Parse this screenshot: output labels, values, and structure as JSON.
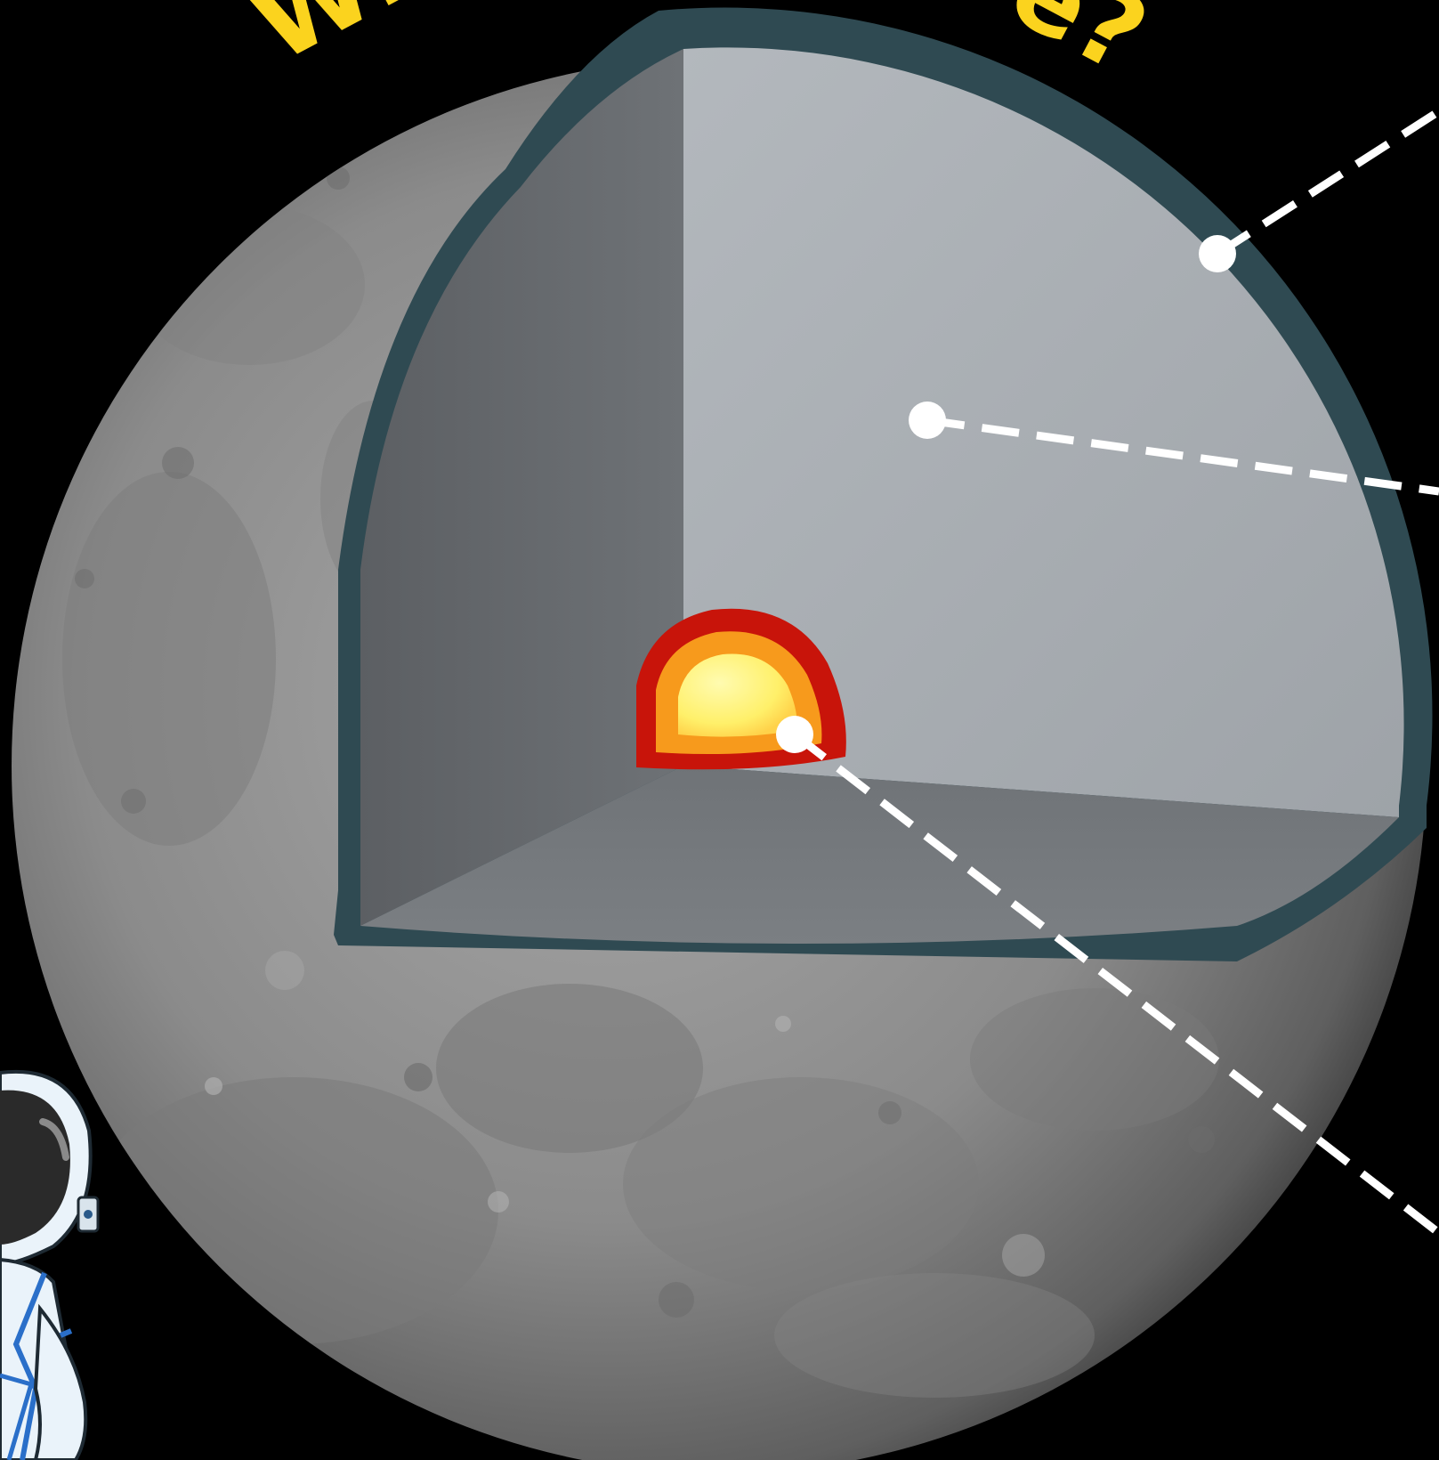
{
  "title": {
    "left_fragment": "Wh",
    "right_fragment": "e?"
  },
  "diagram": {
    "subject": "moon",
    "layers": [
      "crust",
      "mantle",
      "core"
    ],
    "leader_lines": 3
  },
  "colors": {
    "background": "#000000",
    "title_yellow": "#FBD31E",
    "crust_edge": "#2F4A52",
    "mantle": "#A9AEB3",
    "core_outer": "#C8140A",
    "core_middle": "#F79A1C",
    "core_inner": "#FFF27A",
    "leader_line": "#FFFFFF",
    "moon_surface": "#8E8E8E"
  },
  "figures": {
    "astronaut": "astronaut-illustration"
  }
}
